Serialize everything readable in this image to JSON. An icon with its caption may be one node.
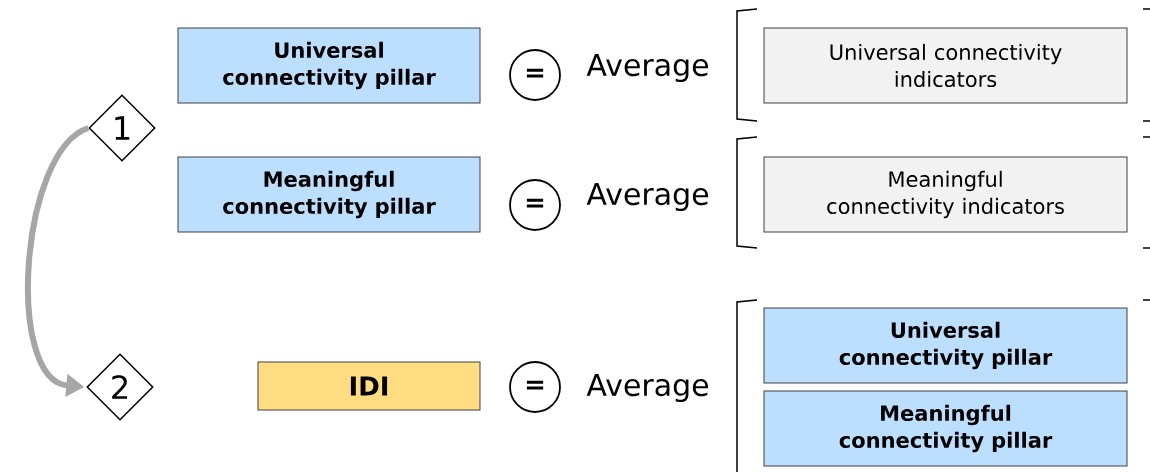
{
  "diagram": {
    "nodes": [
      {
        "text": [
          "1"
        ]
      },
      {
        "text": [
          "Universal connectivity pillar"
        ]
      },
      {
        "text": [
          "="
        ]
      },
      {
        "text": [
          "Universal connectivity indicators"
        ]
      },
      {
        "text": [
          "Meaningful connectivity pillar"
        ]
      },
      {
        "text": [
          "="
        ]
      },
      {
        "text": [
          "Meaningful connectivity indicators"
        ]
      },
      {
        "text": [
          "2"
        ]
      },
      {
        "text": [
          "IDI"
        ]
      },
      {
        "text": [
          "="
        ]
      },
      {
        "text": [
          "Universal connectivity pillar"
        ]
      },
      {
        "text": [
          "Meaningful connectivity pillar"
        ]
      }
    ],
    "edges": [
      {
        "from": 0,
        "to": 7,
        "arrow": "to",
        "color": "#a6a6a6"
      }
    ],
    "labels": [
      "Average",
      "Average",
      "Average"
    ]
  }
}
